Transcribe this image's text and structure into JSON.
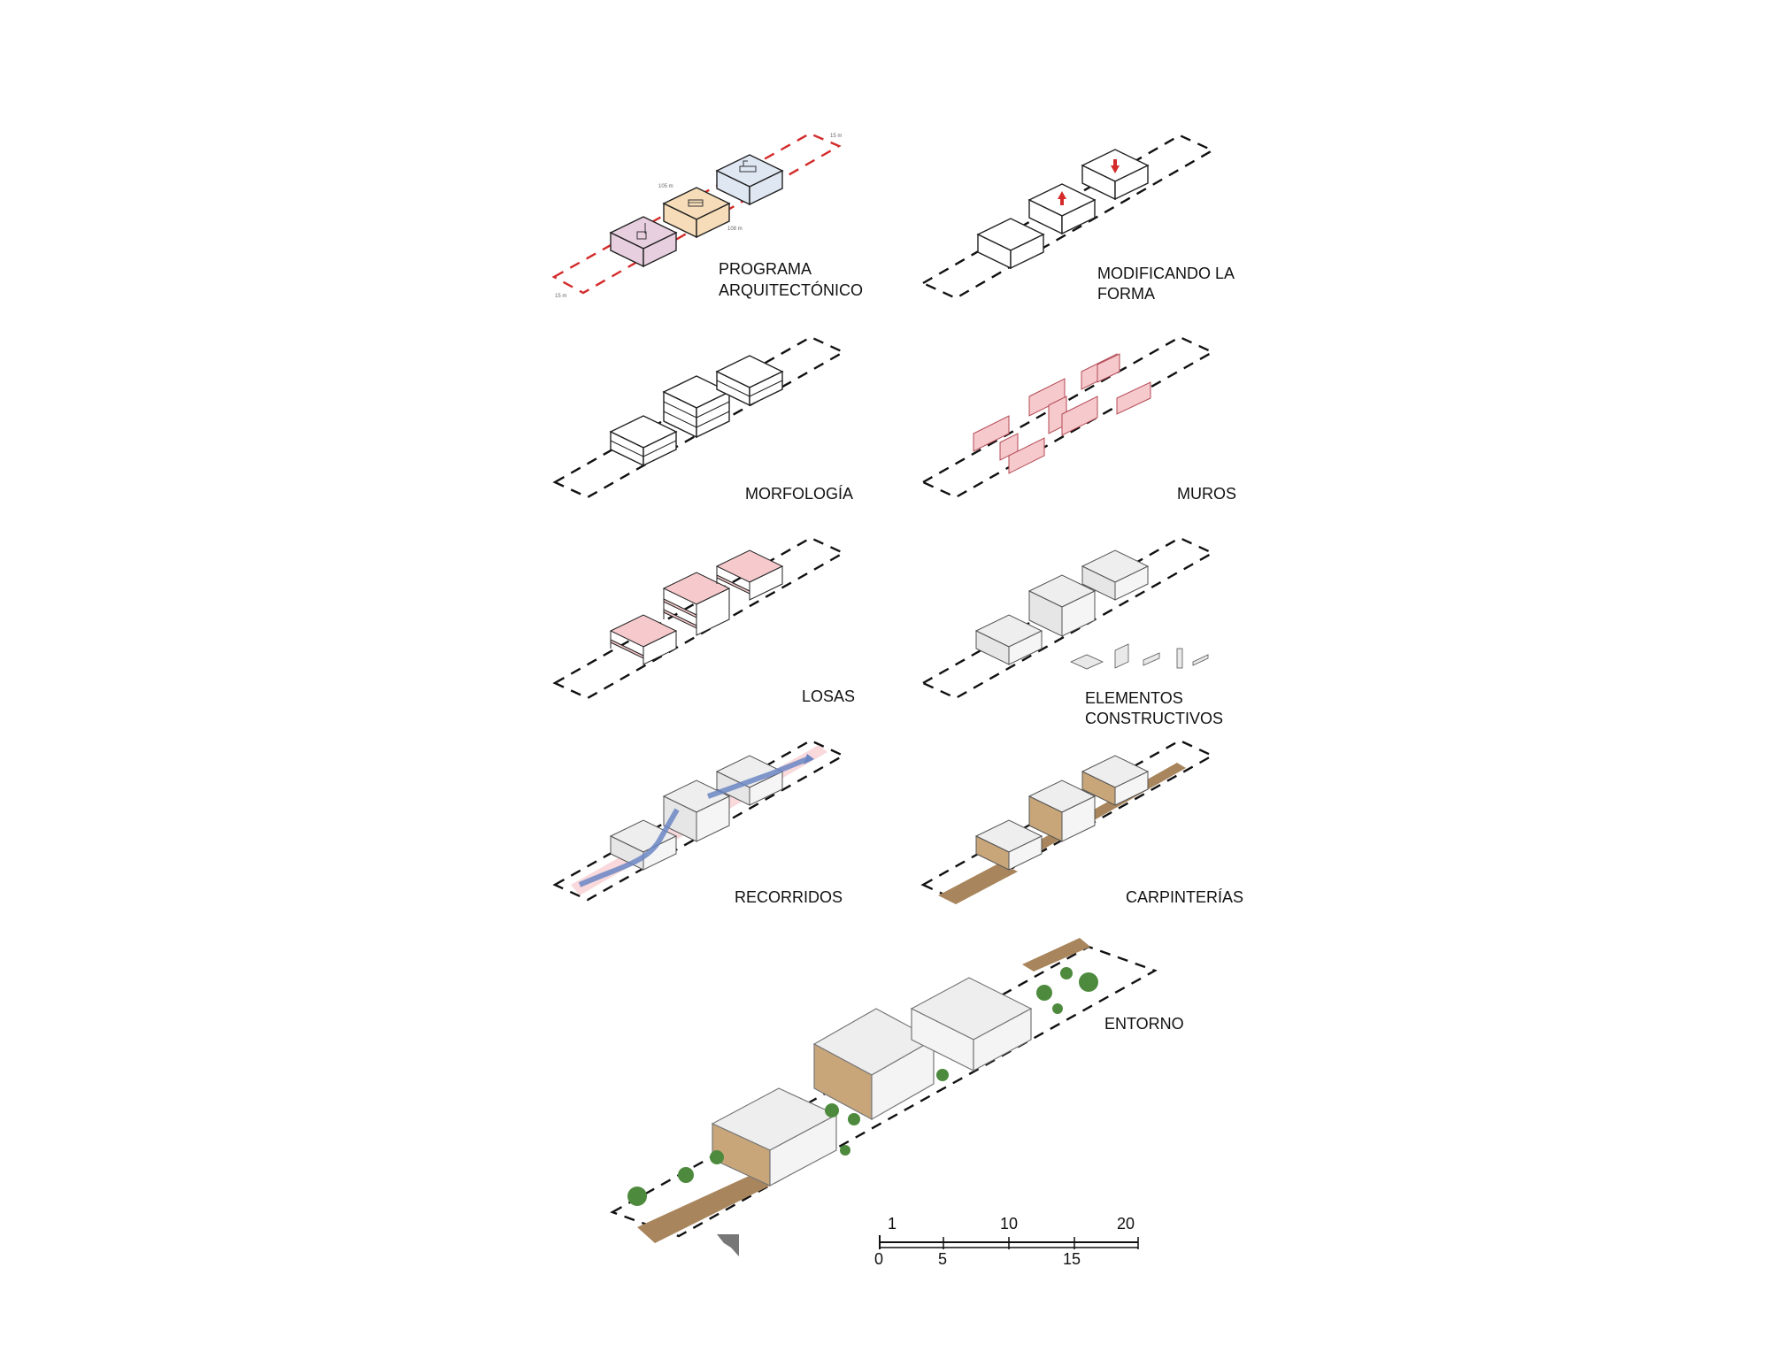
{
  "panels": {
    "programa": {
      "label_line1": "PROGRAMA",
      "label_line2": "ARQUITECTÓNICO",
      "dim_top": "15 m",
      "dim_mid": "105 m",
      "dim_low": "108 m",
      "dim_left": "15 m"
    },
    "forma": {
      "label_line1": "MODIFICANDO LA",
      "label_line2": "FORMA"
    },
    "morfologia": {
      "label": "MORFOLOGÍA"
    },
    "muros": {
      "label": "MUROS"
    },
    "losas": {
      "label": "LOSAS"
    },
    "elementos": {
      "label_line1": "ELEMENTOS",
      "label_line2": "CONSTRUCTIVOS"
    },
    "recorridos": {
      "label": "RECORRIDOS"
    },
    "carpinterias": {
      "label": "CARPINTERÍAS"
    },
    "entorno": {
      "label": "ENTORNO"
    }
  },
  "scale_bar": {
    "top_ticks": [
      "1",
      "10",
      "20"
    ],
    "bottom_ticks": [
      "0",
      "5",
      "15"
    ]
  },
  "colors": {
    "program_pink": "#e8cfe0",
    "program_orange": "#f6dcb8",
    "program_blue": "#dfe7f3",
    "wall_pink": "#f6c9cc",
    "path_blue": "#6b86c4",
    "wood": "#a8855c",
    "green": "#4d8a3e",
    "red_dash": "#d42a2a"
  },
  "icons": [
    "broom-icon",
    "bed-icon",
    "kitchen-icon",
    "arrow-up-icon",
    "arrow-down-icon",
    "north-arrow-icon"
  ]
}
